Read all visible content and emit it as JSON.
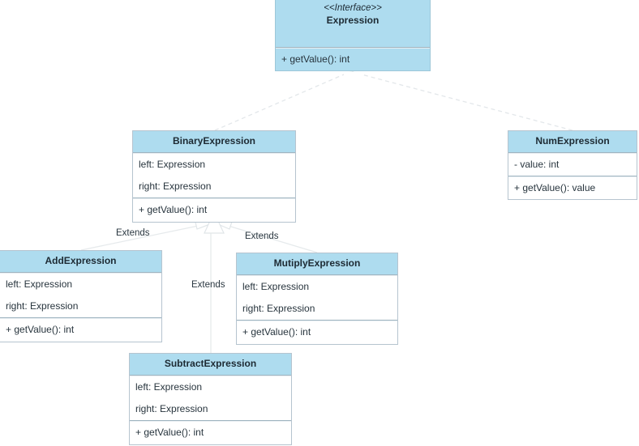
{
  "diagram": {
    "title": "Expression UML Class Diagram",
    "type": "uml-class-diagram",
    "colors": {
      "header_fill": "#aedcef",
      "body_fill": "#ffffff",
      "border": "#b6c4cf",
      "edge_line": "#e2e6e9",
      "text": "#1d2a33"
    }
  },
  "classes": [
    {
      "id": "expression",
      "stereotype": "<<Interface>>",
      "name": "Expression",
      "attributes": [],
      "methods": [
        "+ getValue(): int"
      ]
    },
    {
      "id": "binaryexpression",
      "stereotype": "",
      "name": "BinaryExpression",
      "attributes": [
        "left: Expression",
        "right: Expression"
      ],
      "methods": [
        "+ getValue(): int"
      ]
    },
    {
      "id": "numexpression",
      "stereotype": "",
      "name": "NumExpression",
      "attributes": [
        "- value: int"
      ],
      "methods": [
        "+ getValue(): value"
      ]
    },
    {
      "id": "addexpression",
      "stereotype": "",
      "name": "AddExpression",
      "attributes": [
        "left: Expression",
        "right: Expression"
      ],
      "methods": [
        "+ getValue(): int"
      ]
    },
    {
      "id": "mutiplyexpression",
      "stereotype": "",
      "name": "MutiplyExpression",
      "attributes": [
        "left: Expression",
        "right: Expression"
      ],
      "methods": [
        "+ getValue(): int"
      ]
    },
    {
      "id": "subtractexpression",
      "stereotype": "",
      "name": "SubtractExpression",
      "attributes": [
        "left: Expression",
        "right: Expression"
      ],
      "methods": [
        "+ getValue(): int"
      ]
    }
  ],
  "relations": [
    {
      "id": "r1",
      "from": "binaryexpression",
      "to": "expression",
      "kind": "realization",
      "style": "dashed",
      "label": ""
    },
    {
      "id": "r2",
      "from": "numexpression",
      "to": "expression",
      "kind": "realization",
      "style": "dashed",
      "label": ""
    },
    {
      "id": "r3",
      "from": "addexpression",
      "to": "binaryexpression",
      "kind": "generalization",
      "style": "solid",
      "label": "Extends"
    },
    {
      "id": "r4",
      "from": "mutiplyexpression",
      "to": "binaryexpression",
      "kind": "generalization",
      "style": "solid",
      "label": "Extends"
    },
    {
      "id": "r5",
      "from": "subtractexpression",
      "to": "binaryexpression",
      "kind": "generalization",
      "style": "solid",
      "label": "Extends"
    }
  ],
  "edge_labels": [
    {
      "id": "lbl-add",
      "text": "Extends"
    },
    {
      "id": "lbl-mutiply",
      "text": "Extends"
    },
    {
      "id": "lbl-subtract",
      "text": "Extends"
    }
  ]
}
